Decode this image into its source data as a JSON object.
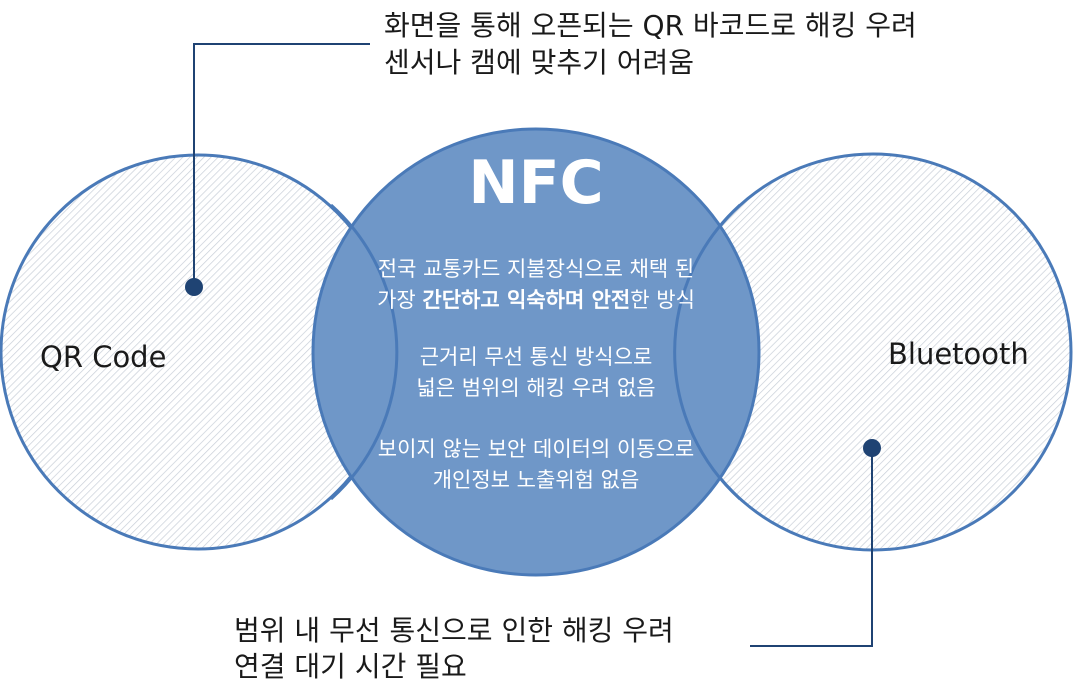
{
  "colors": {
    "outline": "#4a7ab8",
    "center_fill": "#6f97c8",
    "hatch": "#c8cfd8",
    "leader": "#1f4373",
    "text_dark": "#1a1a1a",
    "text_light": "#ffffff"
  },
  "qr": {
    "label": "QR Code",
    "note": {
      "line1": "화면을 통해 오픈되는 QR 바코드로 해킹 우려",
      "line2": "센서나 캠에 맞추기 어려움"
    }
  },
  "bluetooth": {
    "label": "Bluetooth",
    "note": {
      "line1": "범위 내 무선 통신으로 인한 해킹 우려",
      "line2": "연결 대기 시간 필요"
    }
  },
  "nfc": {
    "title": "NFC",
    "p1": {
      "line1": "전국 교통카드 지불장식으로 채택 된",
      "line2_pre": "가장 ",
      "line2_bold": "간단하고 익숙하며 안전",
      "line2_post": "한 방식"
    },
    "p2": {
      "line1": "근거리 무선 통신 방식으로",
      "line2": "넓은 범위의 해킹 우려 없음"
    },
    "p3": {
      "line1": "보이지 않는 보안 데이터의 이동으로",
      "line2": "개인정보 노출위험 없음"
    }
  }
}
